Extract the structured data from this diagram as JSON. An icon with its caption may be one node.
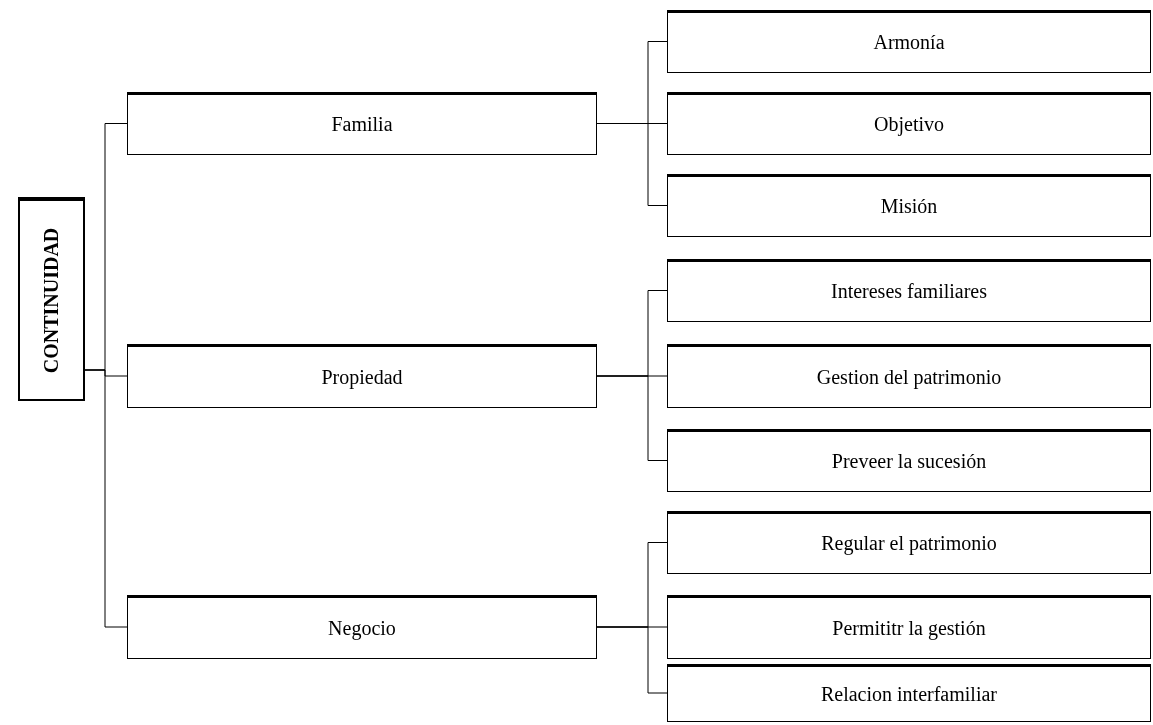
{
  "diagram": {
    "nodes": [
      {
        "text": [
          "CONTINUIDAD"
        ]
      },
      {
        "text": [
          "Familia"
        ]
      },
      {
        "text": [
          "Armonía"
        ]
      },
      {
        "text": [
          "Objetivo"
        ]
      },
      {
        "text": [
          "Misión"
        ]
      },
      {
        "text": [
          "Propiedad"
        ]
      },
      {
        "text": [
          "Intereses familiares"
        ]
      },
      {
        "text": [
          "Gestion del patrimonio"
        ]
      },
      {
        "text": [
          "Preveer la sucesión"
        ]
      },
      {
        "text": [
          "Negocio"
        ]
      },
      {
        "text": [
          "Regular el patrimonio"
        ]
      },
      {
        "text": [
          "Permititr la gestión"
        ]
      },
      {
        "text": [
          "Relacion interfamiliar"
        ]
      }
    ],
    "edges": [
      {
        "from": 0,
        "to": 1,
        "arrow": "none"
      },
      {
        "from": 0,
        "to": 5,
        "arrow": "none"
      },
      {
        "from": 0,
        "to": 9,
        "arrow": "none"
      },
      {
        "from": 1,
        "to": 2,
        "arrow": "none"
      },
      {
        "from": 1,
        "to": 3,
        "arrow": "none"
      },
      {
        "from": 1,
        "to": 4,
        "arrow": "none"
      },
      {
        "from": 5,
        "to": 6,
        "arrow": "none"
      },
      {
        "from": 5,
        "to": 7,
        "arrow": "none"
      },
      {
        "from": 5,
        "to": 8,
        "arrow": "none"
      },
      {
        "from": 9,
        "to": 10,
        "arrow": "none"
      },
      {
        "from": 9,
        "to": 11,
        "arrow": "none"
      },
      {
        "from": 9,
        "to": 12,
        "arrow": "none"
      }
    ]
  }
}
